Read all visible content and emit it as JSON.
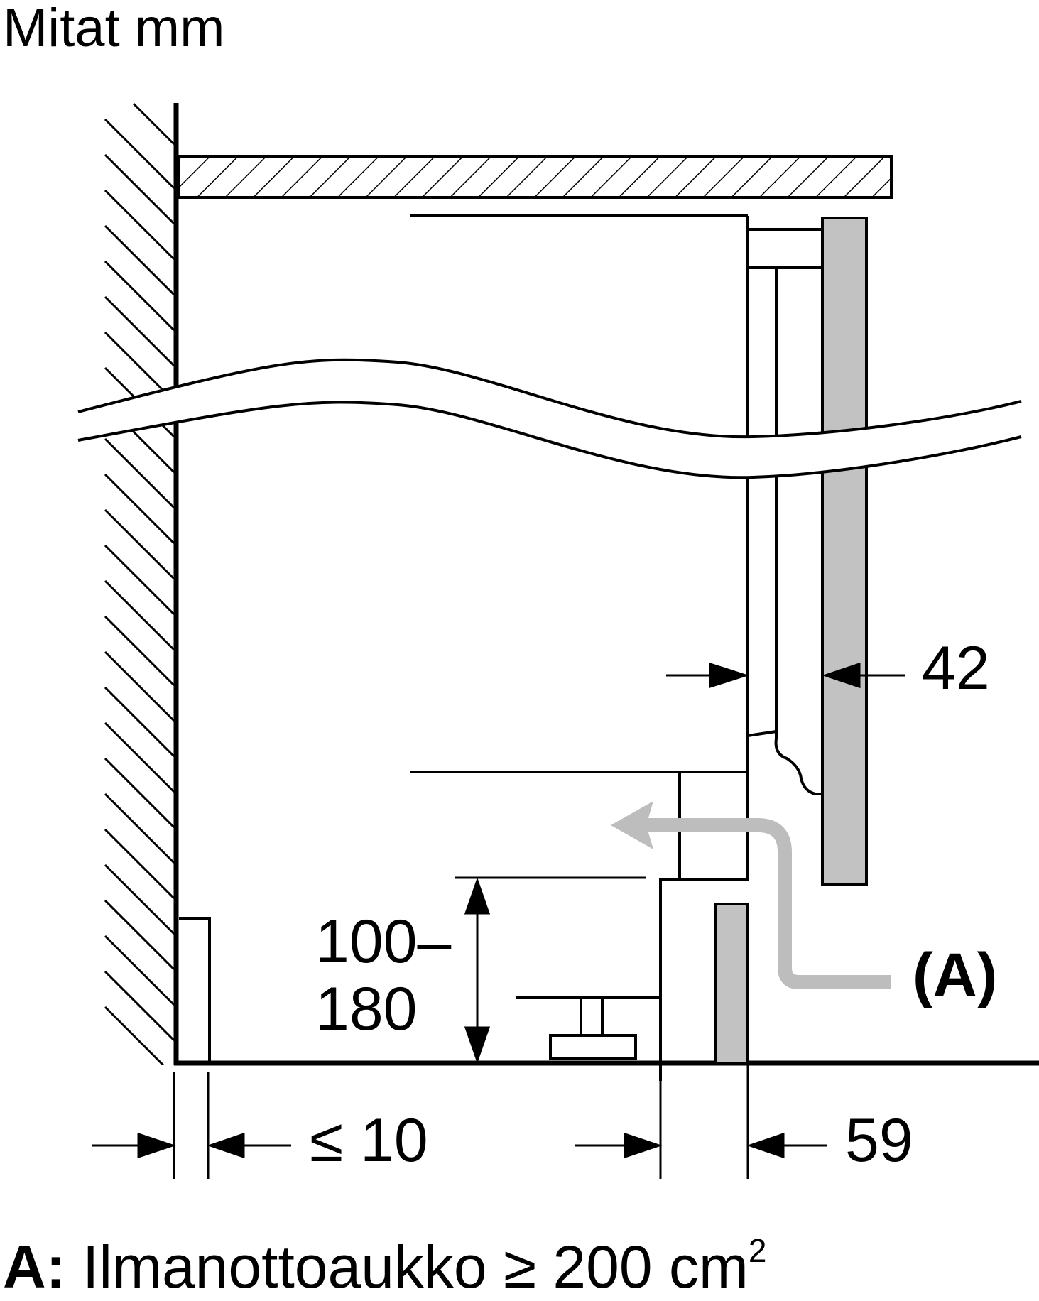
{
  "title": "Mitat mm",
  "dimensions": {
    "gap_door": "42",
    "plinth_height_top": "100–",
    "plinth_height_bottom": "180",
    "wall_gap": "≤ 10",
    "plinth_depth": "59"
  },
  "callout": "(A)",
  "legend": {
    "key": "A:",
    "text": "Ilmanottoaukko ≥ 200 cm",
    "superscript": "2"
  },
  "colors": {
    "line": "#000000",
    "panel_fill": "#c2c2c2",
    "airflow_arrow": "#bdbdbd"
  }
}
